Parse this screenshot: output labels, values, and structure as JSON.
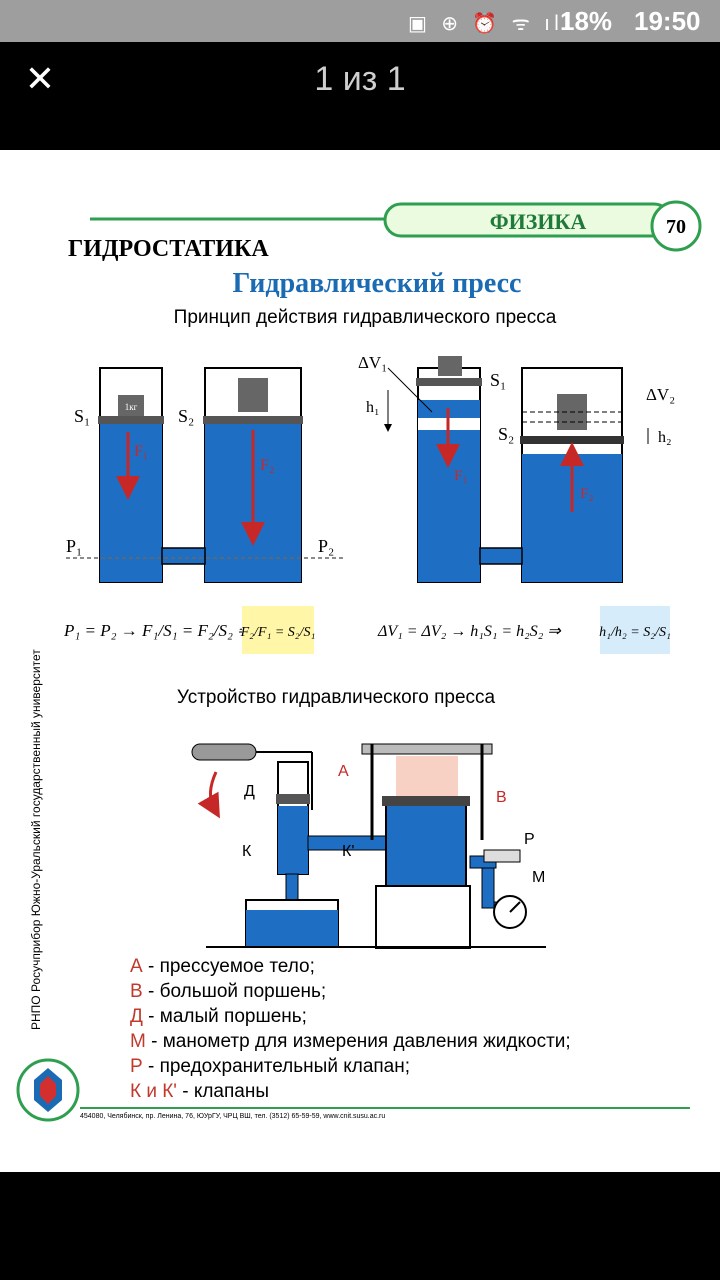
{
  "status_bar": {
    "icons": "▣ ⊕ ⏰ ᯤ ıll",
    "battery": "18%",
    "time": "19:50"
  },
  "viewer": {
    "close_glyph": "✕",
    "counter": "1 из 1"
  },
  "document": {
    "subject": "ФИЗИКА",
    "page_number": "70",
    "section": "ГИДРОСТАТИКА",
    "title": "Гидравлический пресс",
    "principle_title": "Принцип действия гидравлического пресса",
    "device_title": "Устройство гидравлического пресса",
    "side_text": "РНПО Росучприбор     Южно-Уральский государственный университет",
    "footer_address": "454080, Челябинск, пр. Ленина, 76, ЮУрГУ, ЧРЦ ВШ, тел. (3512) 65-59-59, www.cnit.susu.ac.ru",
    "diagram_labels": {
      "s1": "S₁",
      "s2": "S₂",
      "f1": "F₁",
      "f2": "F₂",
      "p1": "P₁",
      "p2": "P₂",
      "dv1": "ΔV₁",
      "dv2": "ΔV₂",
      "h1": "h₁",
      "h2": "h₂",
      "weight": "1кг",
      "a": "А",
      "b": "В",
      "d": "Д",
      "k": "К",
      "k2": "К'",
      "r": "Р",
      "m": "М"
    },
    "formula_left": "P₁ = P₂ → F₁/S₁ = F₂/S₂ ⇒",
    "formula_left_box": "F₂/F₁ = S₂/S₁",
    "formula_right": "ΔV₁ = ΔV₂ → h₁S₁ = h₂S₂ ⇒",
    "formula_right_box": "h₁/h₂ = S₂/S₁",
    "legend": [
      {
        "key": "А",
        "text": " - прессуемое тело;"
      },
      {
        "key": "В",
        "text": " - большой поршень;"
      },
      {
        "key": "Д",
        "text": " - малый поршень;"
      },
      {
        "key": "М",
        "text": " - манометр для измерения давления жидкости;"
      },
      {
        "key": "Р",
        "text": " - предохранительный клапан;"
      },
      {
        "key": "К и К'",
        "text": " - клапаны"
      }
    ],
    "colors": {
      "water": "#1e6fc4",
      "accent_green": "#2e9e4f",
      "legend_key": "#c0392b",
      "arrow": "#c62828",
      "highlight_yellow": "#fff6a8",
      "highlight_blue": "#d6ecfb"
    }
  }
}
